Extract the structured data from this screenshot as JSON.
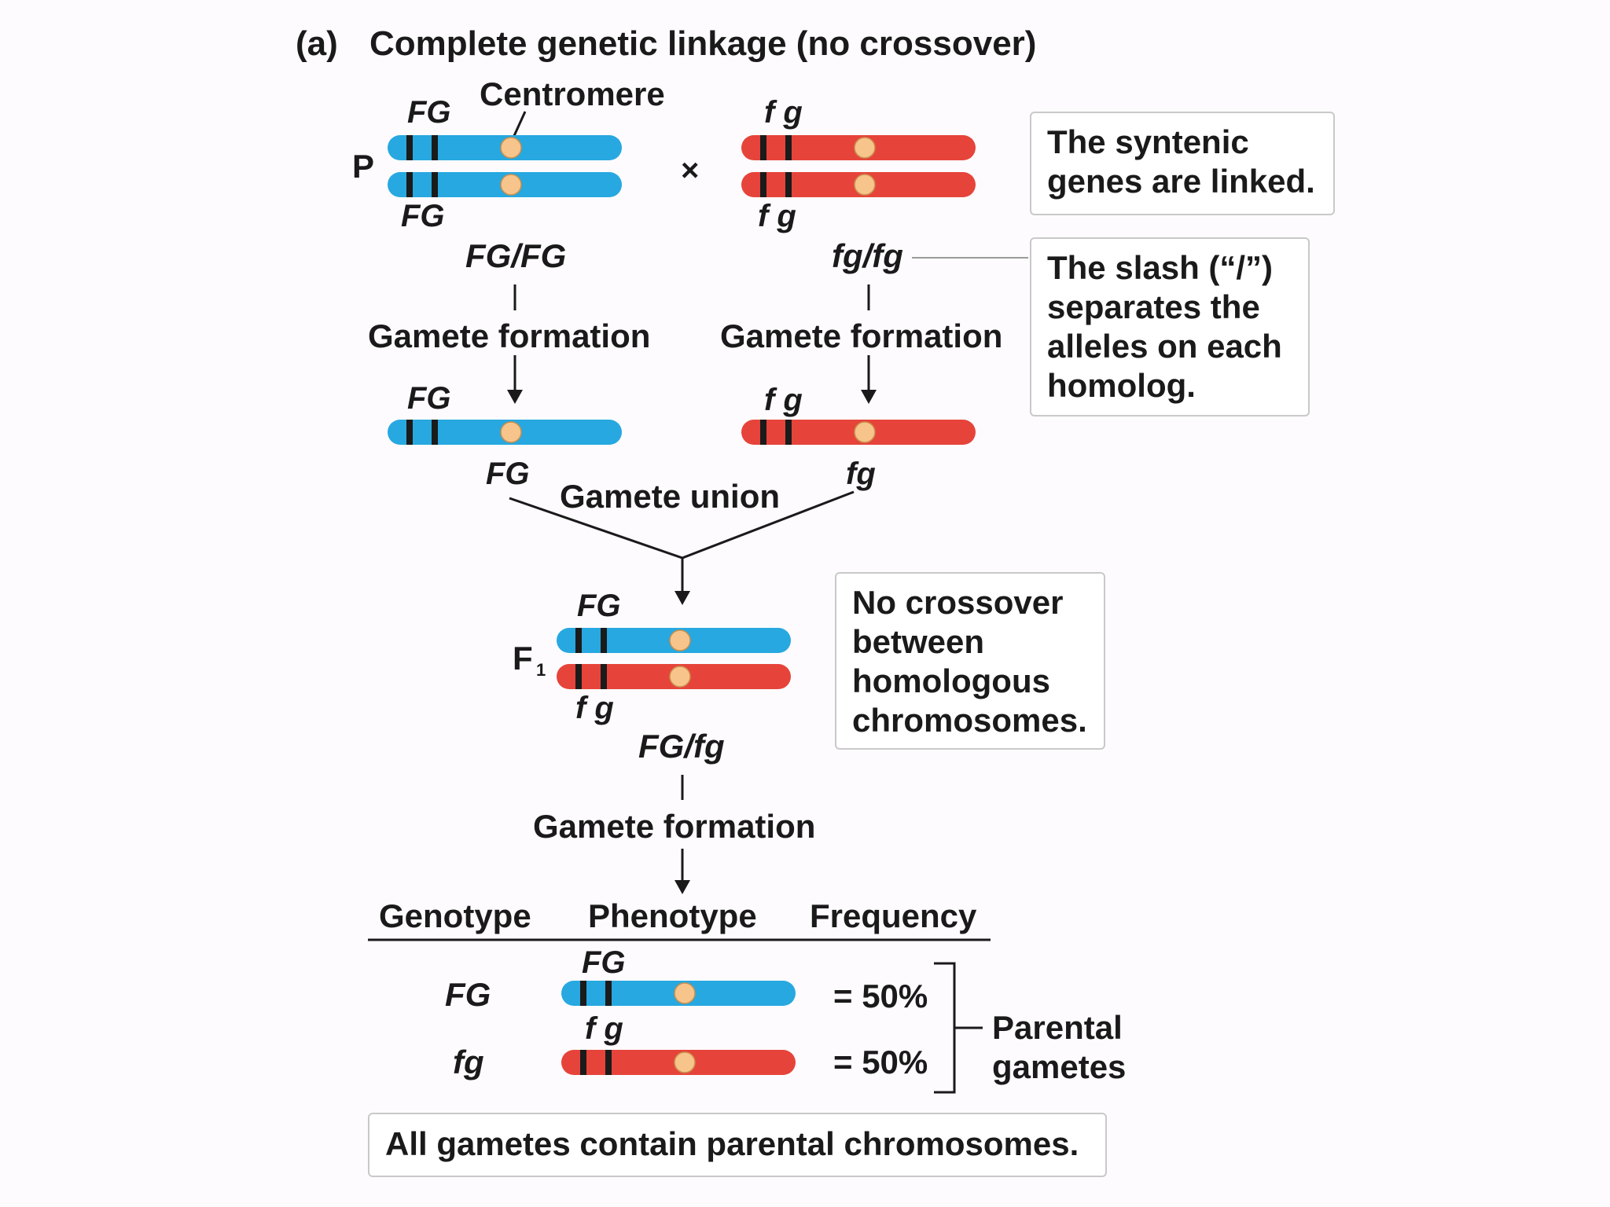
{
  "title": {
    "part": "(a)",
    "text": "Complete genetic linkage (no crossover)"
  },
  "colors": {
    "blue_chromosome": "#27a8e0",
    "red_chromosome": "#e6443a",
    "centromere": "#f7c48b",
    "band": "#1b1b1b"
  },
  "parental": {
    "generation_label": "P",
    "cross_symbol": "×",
    "centromere_label": "Centromere",
    "left_top_alleles": "FG",
    "left_bottom_alleles": "FG",
    "right_top_alleles": "f g",
    "right_bottom_alleles": "f g",
    "left_genotype": "FG/FG",
    "right_genotype": "fg/fg",
    "left_step": "Gamete formation",
    "right_step": "Gamete formation"
  },
  "gametes": {
    "left_top_alleles": "FG",
    "left_bottom_alleles": "FG",
    "right_top_alleles": "f g",
    "right_bottom_alleles": "fg",
    "union_label": "Gamete union"
  },
  "f1": {
    "generation_label": "F",
    "generation_subscript": "1",
    "top_alleles": "FG",
    "bottom_alleles": "f g",
    "genotype": "FG/fg",
    "step": "Gamete formation"
  },
  "table": {
    "headers": [
      "Genotype",
      "Phenotype",
      "Frequency"
    ],
    "rows": [
      {
        "genotype": "FG",
        "chromosome_label": "FG",
        "frequency": "= 50%"
      },
      {
        "genotype": "fg",
        "chromosome_label": "f g",
        "frequency": "= 50%"
      }
    ],
    "bracket_label_line1": "Parental",
    "bracket_label_line2": "gametes"
  },
  "notes": {
    "linked": [
      "The syntenic",
      "genes are linked."
    ],
    "slash": [
      "The slash (“/”)",
      "separates the",
      "alleles on each",
      "homolog."
    ],
    "no_crossover": [
      "No crossover",
      "between",
      "homologous",
      "chromosomes."
    ],
    "conclusion": "All gametes contain parental chromosomes."
  }
}
